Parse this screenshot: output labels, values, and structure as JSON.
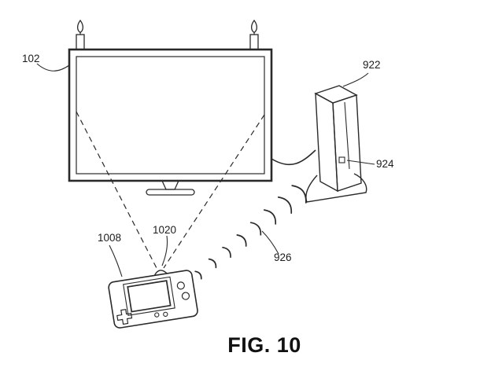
{
  "figure": {
    "caption": "FIG. 10",
    "labels": {
      "tv": "102",
      "console": "922",
      "console_port": "924",
      "wireless_signal": "926",
      "controller": "1008",
      "controller_sensor": "1020"
    },
    "colors": {
      "ink": "#2a2a2a",
      "background": "#ffffff"
    }
  }
}
